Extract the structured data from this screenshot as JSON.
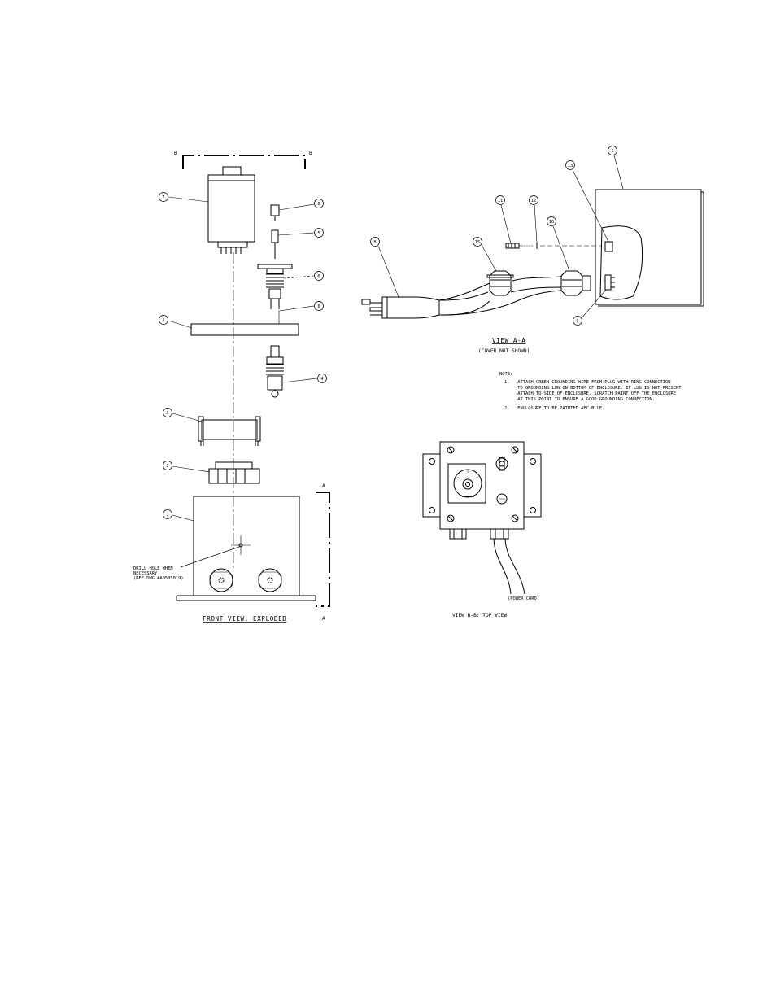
{
  "views": {
    "front": {
      "title": "FRONT VIEW: EXPLODED"
    },
    "section": {
      "title": "VIEW  A-A",
      "subtitle": "(COVER NOT SHOWN)"
    },
    "top": {
      "title": "VIEW B-B: TOP VIEW",
      "cord_label": "(POWER CORD)"
    }
  },
  "section_marks": {
    "a": "A",
    "b": "B"
  },
  "drill_note": {
    "line1": "DRILL HOLE WHEN",
    "line2": "NECESSARY",
    "line3": "(REF DWG #A0535019)"
  },
  "notes": {
    "header": "NOTE:",
    "n1_l1": "1.   ATTACH GREEN GROUNDING WIRE FROM PLUG WITH RING CONNECTION",
    "n1_l2": "     TO GROUNDING LUG ON BOTTOM OF ENCLOSURE. IF LUG IS NOT PRESENT",
    "n1_l3": "     ATTACH TO SIDE OF ENCLOSURE. SCRATCH PAINT OFF THE ENCLOSURE",
    "n1_l4": "     AT THIS POINT TO ENSURE A GOOD GROUNDING CONNECTION.",
    "n2": "2.   ENCLOSURE TO BE PAINTED AEC BLUE."
  },
  "balloons": {
    "front_7": "7",
    "front_6a": "6",
    "front_5": "5",
    "front_6b": "6",
    "front_6c": "6",
    "front_1a": "1",
    "front_4": "4",
    "front_3": "3",
    "front_2": "2",
    "front_1b": "1",
    "sec_1": "1",
    "sec_13": "13",
    "sec_11": "11",
    "sec_12": "12",
    "sec_16": "16",
    "sec_15": "15",
    "sec_8": "8",
    "sec_9": "9"
  }
}
